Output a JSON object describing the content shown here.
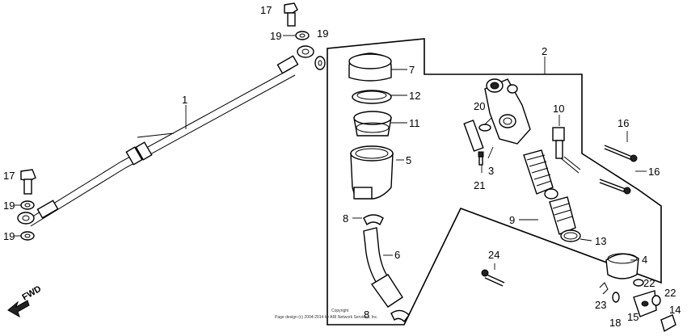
{
  "callouts": [
    "1",
    "2",
    "3",
    "4",
    "5",
    "6",
    "7",
    "8",
    "8",
    "9",
    "10",
    "11",
    "12",
    "13",
    "14",
    "15",
    "16",
    "16",
    "17",
    "17",
    "18",
    "19",
    "19",
    "19",
    "19",
    "20",
    "21",
    "22",
    "22",
    "23",
    "24"
  ],
  "direction_label": "FWD",
  "copyright_line1": "Copyright",
  "copyright_line2": "Page design (c) 2004-2014 by ARI Network Services, Inc."
}
